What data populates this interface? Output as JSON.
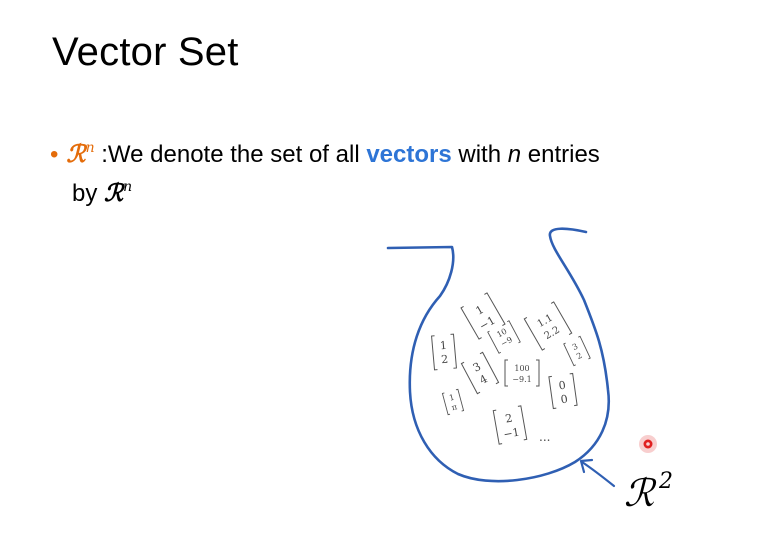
{
  "slide": {
    "title": "Vector Set",
    "bullet": {
      "marker": "•",
      "symbol": "ℛ",
      "symbol_sup": "n",
      "text_1": " :We denote the set of all ",
      "keyword": "vectors",
      "text_2": " with ",
      "n_var": "n",
      "text_3": " entries",
      "text_4": "by ",
      "symbol2": "ℛ",
      "symbol2_sup": "n"
    }
  },
  "drawing": {
    "ink_color": "#2f5fb3",
    "laser_dot_color": "#e02020",
    "set_label": "ℛ",
    "set_label_sup": "2",
    "ellipsis": "...",
    "vectors": [
      {
        "top": "1",
        "bottom": "−1"
      },
      {
        "top": "10",
        "bottom": "−9"
      },
      {
        "top": "1.1",
        "bottom": "2.2"
      },
      {
        "top": "3",
        "bottom": "2"
      },
      {
        "top": "1",
        "bottom": "2"
      },
      {
        "top": "3",
        "bottom": "4"
      },
      {
        "top": "100",
        "bottom": "−9.1"
      },
      {
        "top": "0",
        "bottom": "0"
      },
      {
        "top": "1",
        "bottom": "π"
      },
      {
        "top": "2",
        "bottom": "−1"
      }
    ]
  },
  "colors": {
    "bullet_orange": "#e46c0a",
    "keyword_blue": "#2e75d6"
  }
}
